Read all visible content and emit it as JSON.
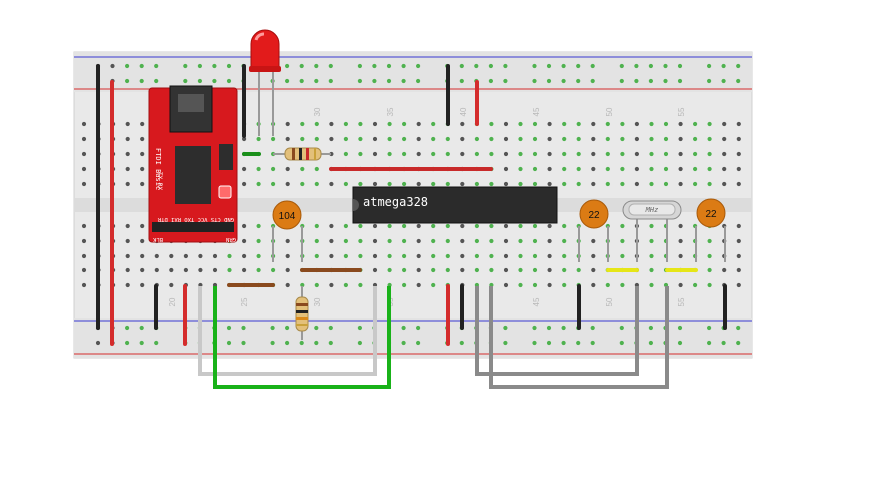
{
  "breadboard": {
    "column_numbers": [
      "30",
      "35",
      "40",
      "45",
      "50",
      "55",
      "20",
      "25",
      "30",
      "35",
      "45",
      "50",
      "55"
    ]
  },
  "ftdi": {
    "title": "FTDI Basic",
    "leds": "TX  RX",
    "pin_labels": "GND CTS VCC TXO RXI DTR",
    "left_label": "BLK",
    "right_label": "GRN"
  },
  "chip": {
    "label": "atmega328"
  },
  "capacitors": [
    "104",
    "22",
    "22"
  ],
  "crystal": {
    "label": "MHz"
  },
  "colors": {
    "board": "#e9e9e9",
    "rail_red": "#d42c2c",
    "rail_blue": "#3a3ad0",
    "hole_green": "#4fb24f",
    "ftdi_red": "#d7191e",
    "chip_black": "#2b2b2b",
    "cap_orange": "#db7b14",
    "wire_green": "#19b219",
    "wire_gray": "#8a8a8a",
    "wire_yellow": "#e6e617"
  }
}
